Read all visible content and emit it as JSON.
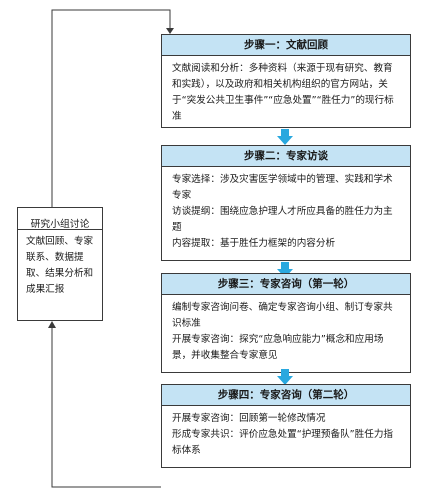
{
  "steps": [
    {
      "title": "步骤一：文献回顾",
      "lines": [
        "文献阅读和分析：多种资料（来源于现有研究、教育和实践），以及政府和相关机构组织的官方网站，关于“突发公共卫生事件”“应急处置”“胜任力”的现行标准"
      ]
    },
    {
      "title": "步骤二：专家访谈",
      "lines": [
        "专家选择：涉及灾害医学领域中的管理、实践和学术专家",
        "访谈提纲：围绕应急护理人才所应具备的胜任力为主题",
        "内容提取：基于胜任力框架的内容分析"
      ]
    },
    {
      "title": "步骤三：专家咨询（第一轮）",
      "lines": [
        "编制专家咨询问卷、确定专家咨询小组、制订专家共识标准",
        "开展专家咨询：探究“应急响应能力”概念和应用场景，并收集整合专家意见"
      ]
    },
    {
      "title": "步骤四：专家咨询（第二轮）",
      "lines": [
        "开展专家咨询：回顾第一轮修改情况",
        "形成专家共识：评价应急处置“护理预备队”胜任力指标体系"
      ]
    }
  ],
  "side_box": {
    "title": "研究小组讨论",
    "text": "文献回顾、专家联系、数据提取、结果分析和成果汇报"
  },
  "colors": {
    "header_fill": "#c4e3f4",
    "arrow_fill": "#29a8df",
    "line": "#3a3a3a"
  }
}
